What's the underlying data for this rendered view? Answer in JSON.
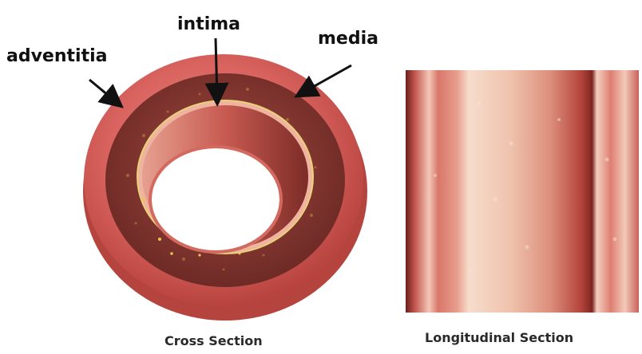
{
  "labels": {
    "adventitia": "adventitia",
    "intima": "intima",
    "media": "media",
    "cross_section": "Cross Section",
    "longitudinal_section": "Longitudinal Section"
  },
  "colors": {
    "adventitia": "#d9635f",
    "media": "#8e3a34",
    "intima": "#f0b3a0",
    "lumen_wall": "#c0524a",
    "background": "#ffffff"
  }
}
